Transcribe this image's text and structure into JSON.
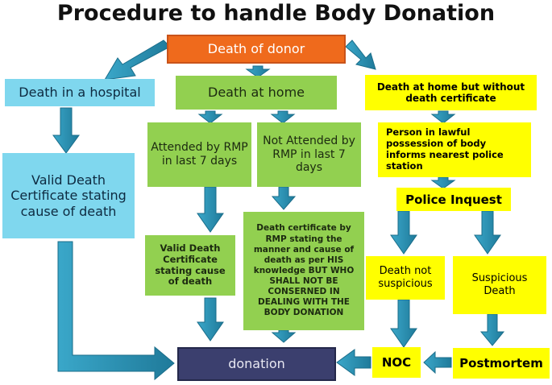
{
  "title": "Procedure to handle Body Donation",
  "colors": {
    "orange": "#ef6a1c",
    "cyan": "#7fd7ee",
    "green": "#92d050",
    "yellow": "#ffff00",
    "navy": "#3b3f6e",
    "arrow": "#2c8fb0"
  },
  "nodes": {
    "death_of_donor": "Death of donor",
    "death_in_hospital": "Death in a hospital",
    "death_at_home": "Death at home",
    "death_without_certificate": "Death at home but without death certificate",
    "valid_certificate_hospital": "Valid Death Certificate stating cause of death",
    "attended_rmp": "Attended by RMP in last 7 days",
    "not_attended_rmp": "Not Attended by RMP in last 7 days",
    "person_informs_police": "Person in lawful possession of body informs nearest police station",
    "police_inquest": "Police Inquest",
    "valid_certificate_home": "Valid Death Certificate stating cause of death",
    "rmp_certificate": "Death certificate by RMP stating the manner and cause of death as per HIS knowledge BUT WHO SHALL NOT BE CONSERNED IN DEALING WITH THE BODY DONATION",
    "death_not_suspicious": "Death not suspicious",
    "suspicious_death": "Suspicious Death",
    "noc": "NOC",
    "postmortem": "Postmortem",
    "donation": "donation"
  }
}
